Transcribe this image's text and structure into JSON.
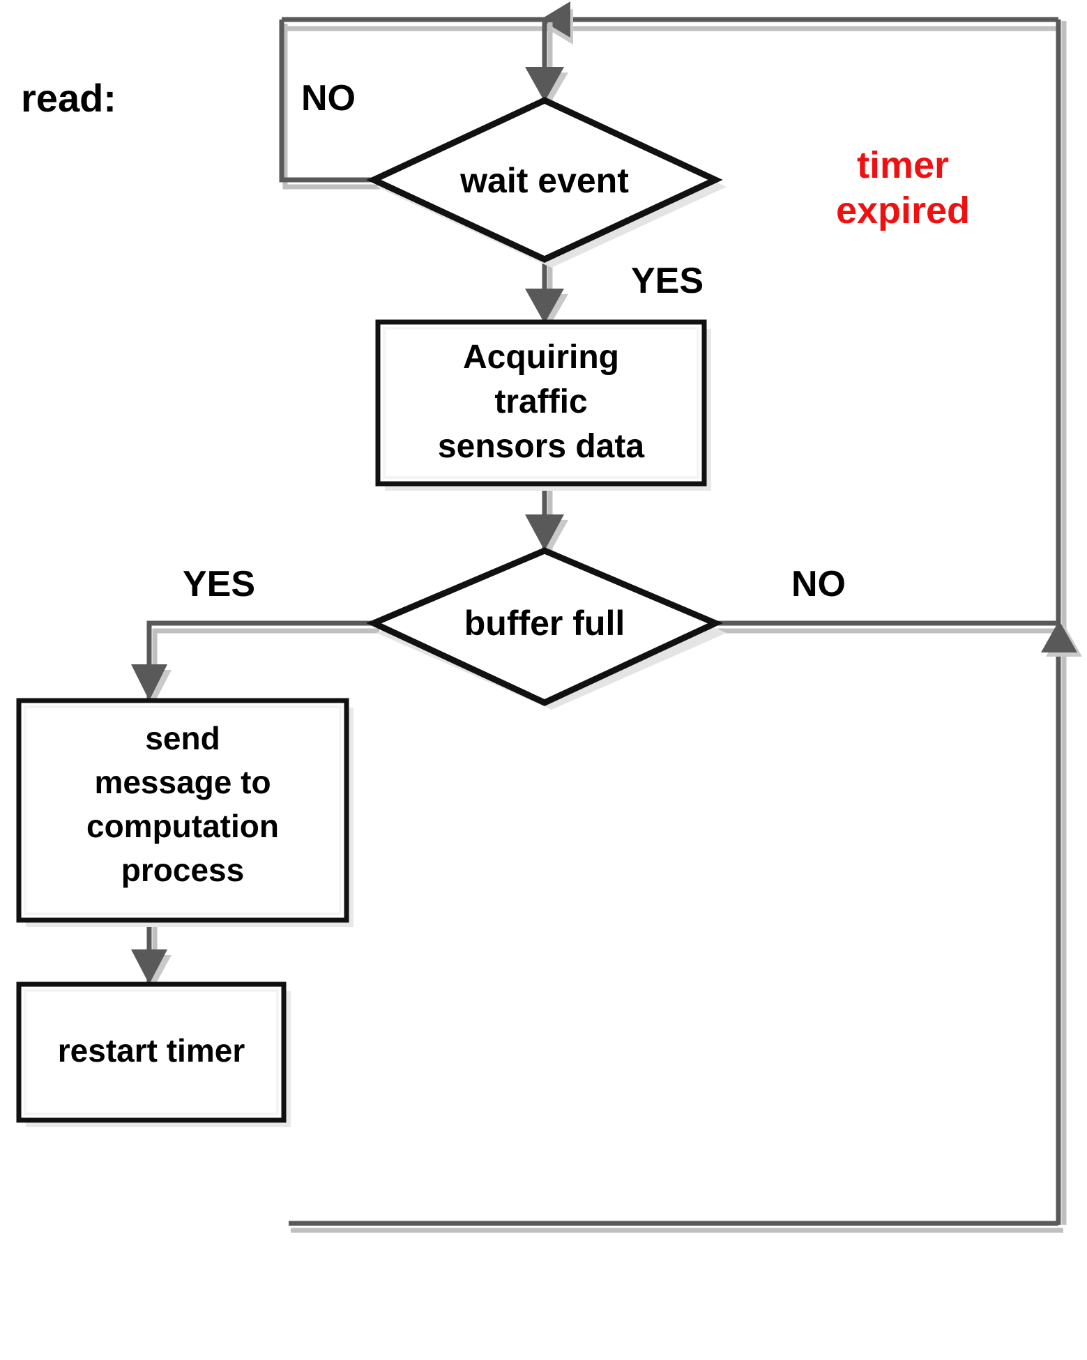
{
  "diagram": {
    "title_label": "read:",
    "nodes": {
      "wait_event": {
        "text": "wait event",
        "shape": "decision"
      },
      "acquire": {
        "line1": "Acquiring",
        "line2": "traffic",
        "line3": "sensors data",
        "shape": "process"
      },
      "buffer_full": {
        "text": "buffer full",
        "shape": "decision"
      },
      "send_message": {
        "line1": "send",
        "line2": "message to",
        "line3": "computation",
        "line4": "process",
        "shape": "process"
      },
      "restart_timer": {
        "text": "restart timer",
        "shape": "process"
      }
    },
    "edge_labels": {
      "wait_no": "NO",
      "wait_yes": "YES",
      "buffer_yes": "YES",
      "buffer_no": "NO",
      "timer_expired_line1": "timer",
      "timer_expired_line2": "expired"
    },
    "colors": {
      "node_border": "#111111",
      "edge": "#595959",
      "node_fill": "#ffffff",
      "annotation_red": "#ee1111",
      "shadow": "#e8e8e8",
      "background": "#ffffff"
    }
  }
}
